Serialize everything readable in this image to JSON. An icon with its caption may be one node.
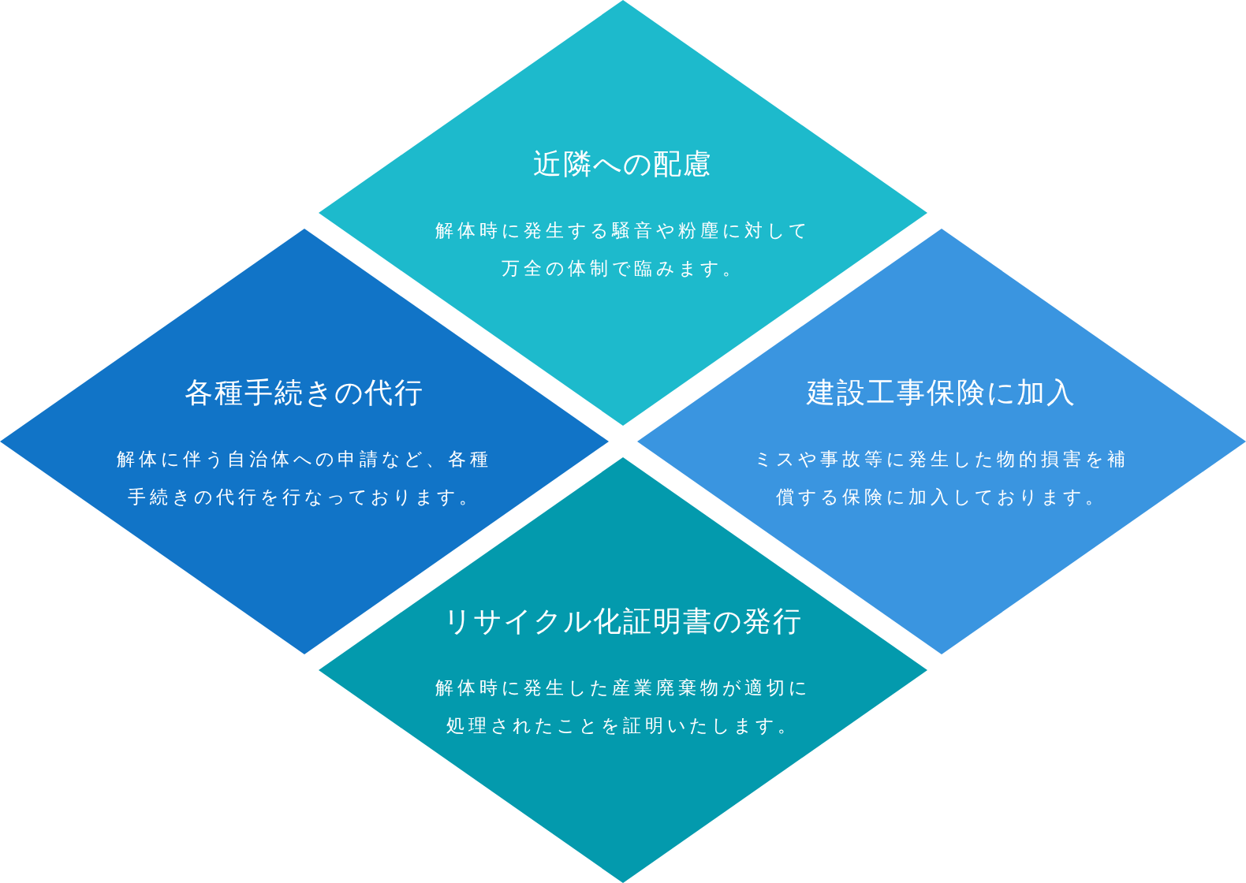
{
  "diagram": {
    "nodes": [
      {
        "text": [
          "近隣への配慮",
          "解体時に発生する騒音や粉塵に対して万全の体制で臨みます。"
        ]
      },
      {
        "text": [
          "各種手続きの代行",
          "解体に伴う自治体への申請など、各種手続きの代行を行なっております。"
        ]
      },
      {
        "text": [
          "建設工事保険に加入",
          "ミスや事故等に発生した物的損害を補償する保険に加入しております。"
        ]
      },
      {
        "text": [
          "リサイクル化証明書の発行",
          "解体時に発生した産業廃棄物が適切に処理されたことを証明いたします。"
        ]
      }
    ]
  }
}
